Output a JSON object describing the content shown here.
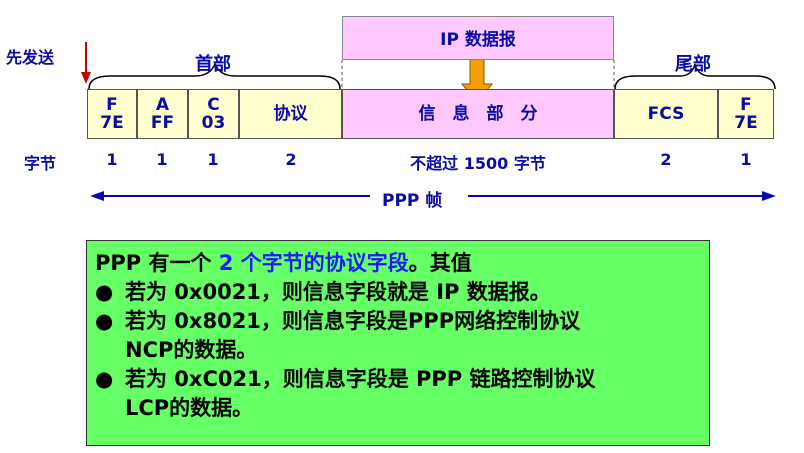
{
  "labels": {
    "send_first": "先发送",
    "header": "首部",
    "trailer": "尾部",
    "byte_label": "字节",
    "frame": "PPP 帧",
    "ip_datagram": "IP 数据报"
  },
  "fields": [
    {
      "line1": "F",
      "line2": "7E",
      "bytes": "1"
    },
    {
      "line1": "A",
      "line2": "FF",
      "bytes": "1"
    },
    {
      "line1": "C",
      "line2": "03",
      "bytes": "1"
    },
    {
      "line1": "协议",
      "line2": "",
      "bytes": "2"
    },
    {
      "line1": "信　息　部　分",
      "line2": "",
      "bytes": "不超过 1500 字节"
    },
    {
      "line1": "FCS",
      "line2": "",
      "bytes": "2"
    },
    {
      "line1": "F",
      "line2": "7E",
      "bytes": "1"
    }
  ],
  "note": {
    "intro_a": "PPP 有一个 ",
    "intro_b": "2 个字节的协议字段",
    "intro_c": "。其值",
    "bullets": [
      {
        "line1": "若为 0x0021，则信息字段就是 IP 数据报。",
        "line2": ""
      },
      {
        "line1": "若为 0x8021，则信息字段是PPP网络控制协议",
        "line2": "NCP的数据。"
      },
      {
        "line1": "若为 0xC021，则信息字段是 PPP 链路控制协议",
        "line2": "LCP的数据。"
      }
    ],
    "bullet_char": "●"
  },
  "colors": {
    "field_fill": "#ffffd0",
    "info_fill": "#ffc8ff",
    "note_fill": "#66ff66",
    "label_blue": "#0a0aa8",
    "send_arrow": "#cc0000",
    "down_arrow": "#f5a000"
  }
}
